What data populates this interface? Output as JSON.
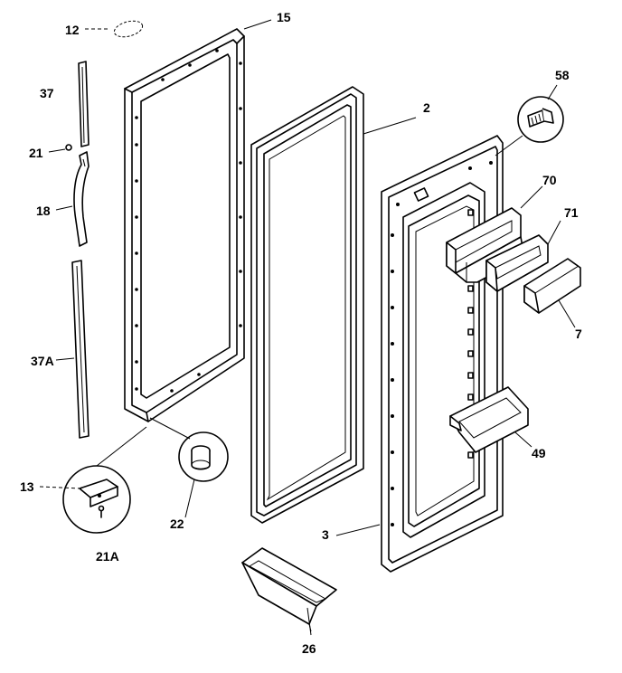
{
  "labels": {
    "p12": "12",
    "p15": "15",
    "p37": "37",
    "p21": "21",
    "p18": "18",
    "p37a": "37A",
    "p13": "13",
    "p21a": "21A",
    "p22": "22",
    "p2": "2",
    "p58": "58",
    "p70": "70",
    "p71": "71",
    "p7": "7",
    "p49": "49",
    "p3": "3",
    "p26": "26"
  }
}
